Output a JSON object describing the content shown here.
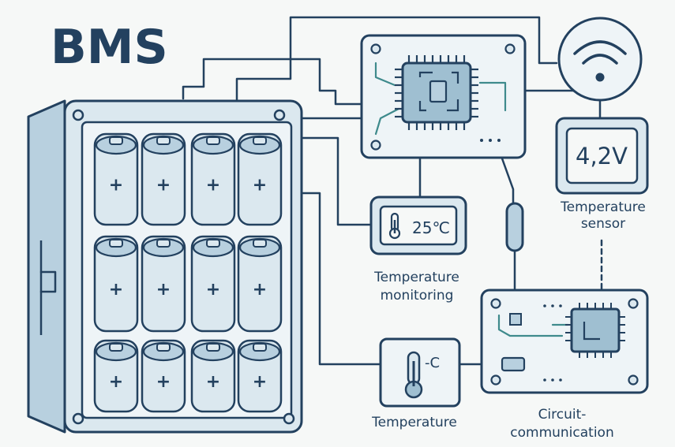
{
  "title": "BMS",
  "voltage_display": {
    "value": "4,2V"
  },
  "temp_monitor_display": {
    "value": "25℃"
  },
  "thermometer_unit": "-C",
  "labels": {
    "temperature_sensor": [
      "Temperature",
      "sensor"
    ],
    "temperature_monitoring": [
      "Temperature",
      "monitoring"
    ],
    "temperature": "Temperature",
    "circuit_communication": [
      "Circuit-",
      "communication"
    ]
  },
  "battery_cell_sign": "+",
  "colors": {
    "ink": "#23415f",
    "fill_light": "#dbe8ef",
    "fill_mid": "#b8d0df",
    "fill_chip": "#9fbfd1",
    "teal": "#3e8a8c",
    "background": "#f6f8f7"
  }
}
